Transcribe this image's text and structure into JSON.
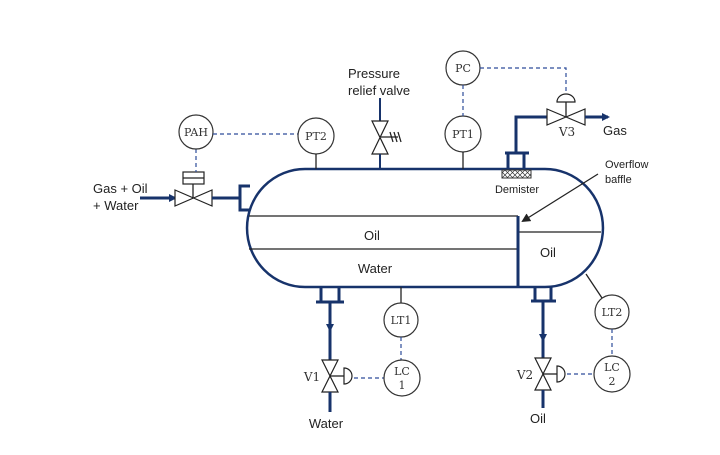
{
  "labels": {
    "inlet_line1": "Gas + Oil",
    "inlet_line2": "+ Water",
    "prv_line1": "Pressure",
    "prv_line2": "relief valve",
    "gas": "Gas",
    "demister": "Demister",
    "baffle_line1": "Overflow",
    "baffle_line2": "baffle",
    "oil_main": "Oil",
    "water_main": "Water",
    "oil_right": "Oil",
    "water_out": "Water",
    "oil_out": "Oil",
    "v1": "V1",
    "v2": "V2",
    "v3": "V3"
  },
  "instruments": {
    "pah": "PAH",
    "pt2": "PT2",
    "pt1": "PT1",
    "pc": "PC",
    "lt1": "LT1",
    "lt2": "LT2",
    "lc1_line1": "LC",
    "lc1_line2": "1",
    "lc2_line1": "LC",
    "lc2_line2": "2"
  },
  "colors": {
    "pipe": "#17336b",
    "signal": "#2d4c9a"
  }
}
